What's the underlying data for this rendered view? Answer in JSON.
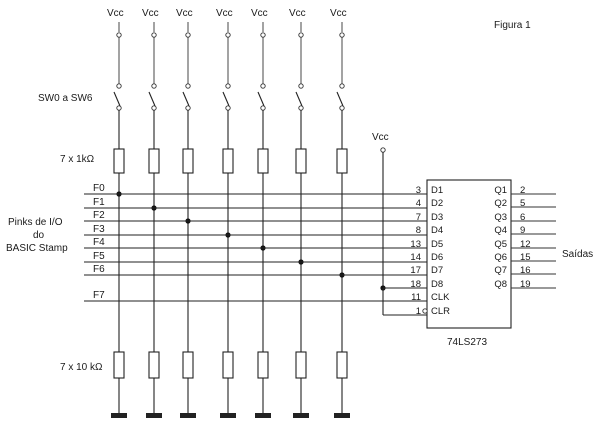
{
  "figure_label": "Figura 1",
  "supply_label": "Vcc",
  "switch_caption": "SW0 a SW6",
  "pullup_caption": "7 x 1kΩ",
  "pulldown_caption": "7 x 10 kΩ",
  "bus_caption": [
    "Pinks de I/O",
    "do",
    "BASIC Stamp"
  ],
  "outputs_caption": "Saídas",
  "chip_name": "74LS273",
  "lines": [
    "F0",
    "F1",
    "F2",
    "F3",
    "F4",
    "F5",
    "F6",
    "F7"
  ],
  "chip_inputs": [
    {
      "pin": "3",
      "name": "D1"
    },
    {
      "pin": "4",
      "name": "D2"
    },
    {
      "pin": "7",
      "name": "D3"
    },
    {
      "pin": "8",
      "name": "D4"
    },
    {
      "pin": "13",
      "name": "D5"
    },
    {
      "pin": "14",
      "name": "D6"
    },
    {
      "pin": "17",
      "name": "D7"
    },
    {
      "pin": "18",
      "name": "D8"
    },
    {
      "pin": "11",
      "name": "CLK"
    },
    {
      "pin": "1",
      "name": "CLR"
    }
  ],
  "chip_outputs": [
    {
      "pin": "2",
      "name": "Q1"
    },
    {
      "pin": "5",
      "name": "Q2"
    },
    {
      "pin": "6",
      "name": "Q3"
    },
    {
      "pin": "9",
      "name": "Q4"
    },
    {
      "pin": "12",
      "name": "Q5"
    },
    {
      "pin": "15",
      "name": "Q6"
    },
    {
      "pin": "16",
      "name": "Q7"
    },
    {
      "pin": "19",
      "name": "Q8"
    }
  ]
}
